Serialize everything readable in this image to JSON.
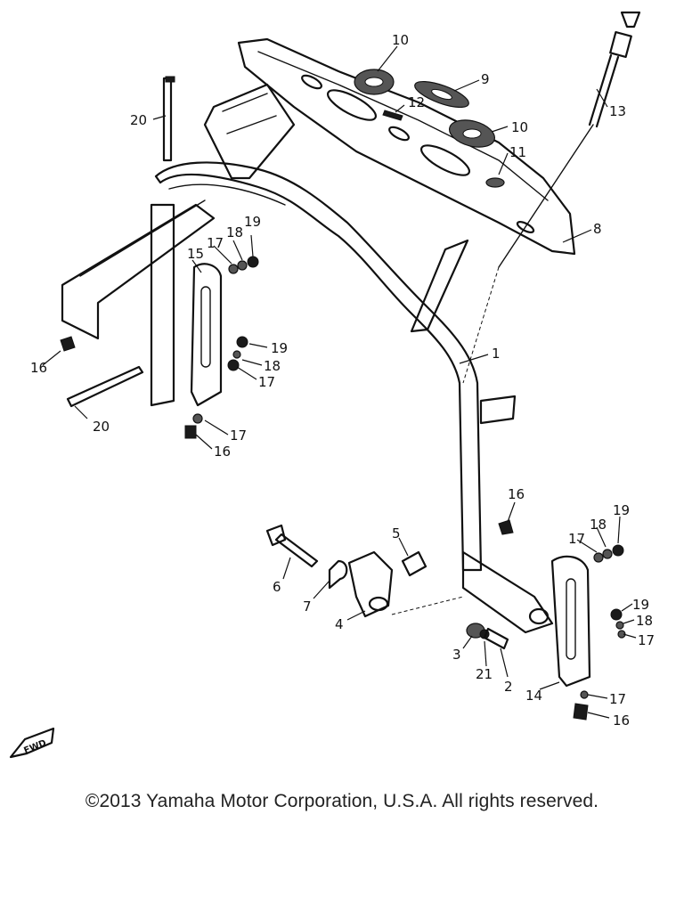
{
  "copyright": "©2013 Yamaha Motor Corporation, U.S.A. All rights reserved.",
  "direction_marker": "FWD",
  "part_labels": {
    "p1": "1",
    "p2": "2",
    "p3": "3",
    "p4": "4",
    "p5": "5",
    "p6": "6",
    "p7": "7",
    "p8": "8",
    "p9": "9",
    "p10a": "10",
    "p10b": "10",
    "p11": "11",
    "p12": "12",
    "p13": "13",
    "p14": "14",
    "p15": "15",
    "p16a": "16",
    "p16b": "16",
    "p16c": "16",
    "p16d": "16",
    "p17a": "17",
    "p17b": "17",
    "p17c": "17",
    "p17d": "17",
    "p17e": "17",
    "p17f": "17",
    "p18a": "18",
    "p18b": "18",
    "p18c": "18",
    "p18d": "18",
    "p19a": "19",
    "p19b": "19",
    "p19c": "19",
    "p19d": "19",
    "p20a": "20",
    "p20b": "20",
    "p21": "21"
  }
}
